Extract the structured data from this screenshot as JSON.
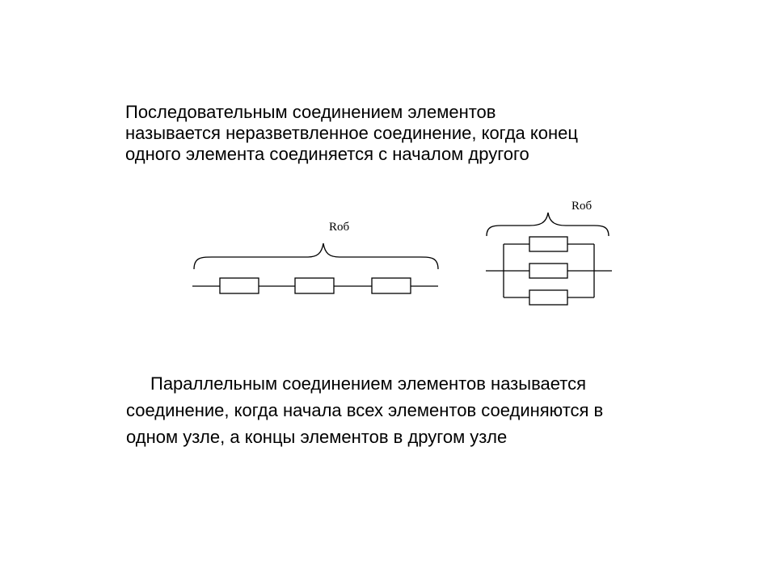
{
  "series_definition": {
    "lines": [
      "Последовательным соединением элементов",
      "называется неразветвленное соединение, когда конец",
      "одного элемента соединяется с началом другого"
    ]
  },
  "series_circuit": {
    "label": "Rоб",
    "resistor_count": 3
  },
  "parallel_circuit": {
    "label": "Rоб",
    "resistor_count": 3
  },
  "parallel_definition": {
    "lines": [
      "Параллельным соединением элементов называется",
      "соединение, когда начала всех элементов соединяются в",
      "одном узле, а концы элементов в другом узле"
    ]
  }
}
